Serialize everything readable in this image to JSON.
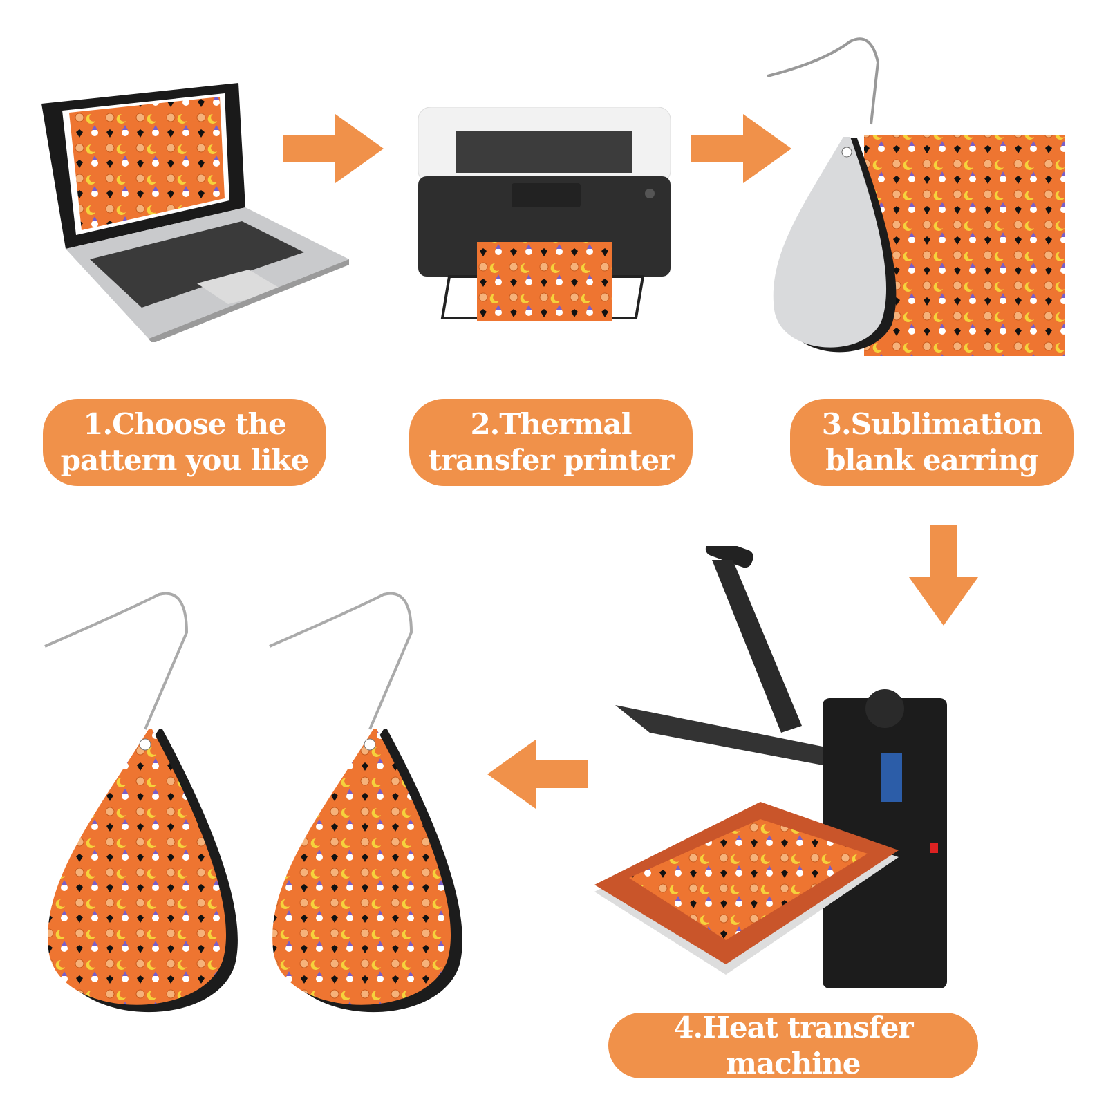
{
  "colors": {
    "accent": "#F0914A",
    "pattern": "#EE7531",
    "dark": "#1e1e1e"
  },
  "steps": [
    {
      "line1": "1.Choose the",
      "line2": "pattern you like"
    },
    {
      "line1": "2.Thermal",
      "line2": "transfer printer"
    },
    {
      "line1": "3.Sublimation",
      "line2": "blank earring"
    },
    {
      "line1": "4.Heat transfer machine"
    }
  ]
}
